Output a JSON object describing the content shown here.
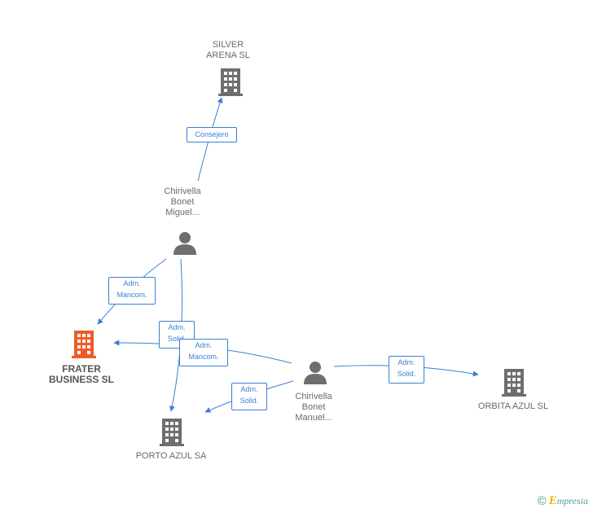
{
  "colors": {
    "edge": "#3a7fd5",
    "company": "#6e6e6e",
    "focus_company": "#f05a28",
    "person": "#6e6e6e"
  },
  "nodes": {
    "silver_arena": {
      "label": "SILVER\nARENA SL",
      "icon": "building-icon"
    },
    "chirivella_miguel": {
      "label": "Chirivella\nBonet\nMiguel...",
      "icon": "person-icon"
    },
    "frater_business": {
      "label": "FRATER\nBUSINESS SL",
      "icon": "building-icon"
    },
    "porto_azul": {
      "label": "PORTO AZUL SA",
      "icon": "building-icon"
    },
    "chirivella_manuel": {
      "label": "Chirivella\nBonet\nManuel...",
      "icon": "person-icon"
    },
    "orbita_azul": {
      "label": "ORBITA AZUL SL",
      "icon": "building-icon"
    }
  },
  "edges": {
    "consejero": "Consejero",
    "adm_mancom_1": "Adm.\nMancom.",
    "adm_solid_1": "Adm.\nSolid.",
    "adm_mancom_2": "Adm.\nMancom.",
    "adm_solid_2": "Adm.\nSolid.",
    "adm_solid_3": "Adm.\nSolid."
  },
  "footer": {
    "copyright_symbol": "©",
    "brand_initial": "E",
    "brand_rest": "mpresia"
  }
}
